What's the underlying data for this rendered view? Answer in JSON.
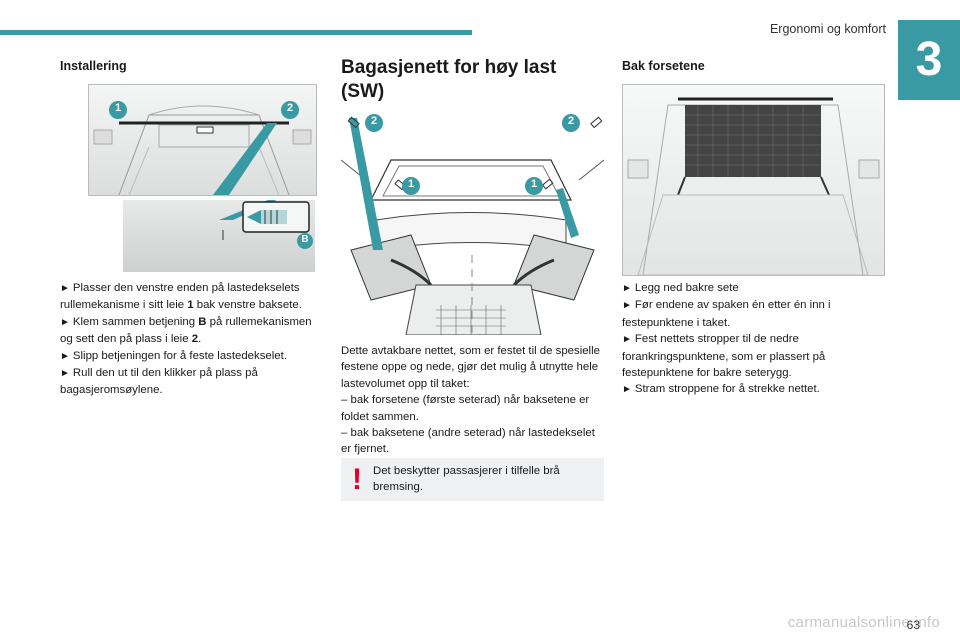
{
  "header": {
    "title": "Ergonomi og komfort",
    "chapter": "3"
  },
  "col1": {
    "heading": "Installering",
    "marker_labels": {
      "one": "1",
      "two": "2",
      "b": "B"
    },
    "paragraphs": [
      {
        "arrow": "►",
        "pre": "Plasser den venstre enden på lastedekselets rullemekanisme i sitt leie ",
        "bold": "1",
        "post": " bak venstre baksete."
      },
      {
        "arrow": "►",
        "pre": "Klem sammen betjening ",
        "bold": "B",
        "post": " på rullemekanismen og sett den på plass i leie ",
        "bold2": "2",
        "post2": "."
      },
      {
        "arrow": "►",
        "text": "Slipp betjeningen for å feste lastedekselet."
      },
      {
        "arrow": "►",
        "text": "Rull den ut til den klikker på plass på bagasjeromsøylene."
      }
    ]
  },
  "col2": {
    "heading": "Bagasjenett for høy last (SW)",
    "marker_labels": {
      "one": "1",
      "two": "2"
    },
    "intro": "Dette avtakbare nettet, som er festet til de spesielle festene oppe og nede, gjør det mulig å utnytte hele lastevolumet opp til taket:",
    "items": [
      "–  bak forsetene (første seterad) når baksetene er foldet sammen.",
      "–  bak baksetene (andre seterad) når lastedekselet er fjernet."
    ],
    "warning_mark": "!",
    "warning": "Det beskytter passasjerer i tilfelle brå bremsing."
  },
  "col3": {
    "heading": "Bak forsetene",
    "steps": [
      {
        "arrow": "►",
        "text": "Legg ned bakre sete"
      },
      {
        "arrow": "►",
        "text": "Før endene av spaken én etter én inn i festepunktene i taket."
      },
      {
        "arrow": "►",
        "text": "Fest nettets stropper til de nedre forankringspunktene, som er plassert på festepunktene for bakre seterygg."
      },
      {
        "arrow": "►",
        "text": "Stram stroppene for å strekke nettet."
      }
    ]
  },
  "footer": {
    "page": "63",
    "watermark": "carmanualsonline.info"
  },
  "colors": {
    "accent": "#3a9aa3",
    "warning": "#e4002b",
    "warning_bg": "#eef0f1"
  }
}
